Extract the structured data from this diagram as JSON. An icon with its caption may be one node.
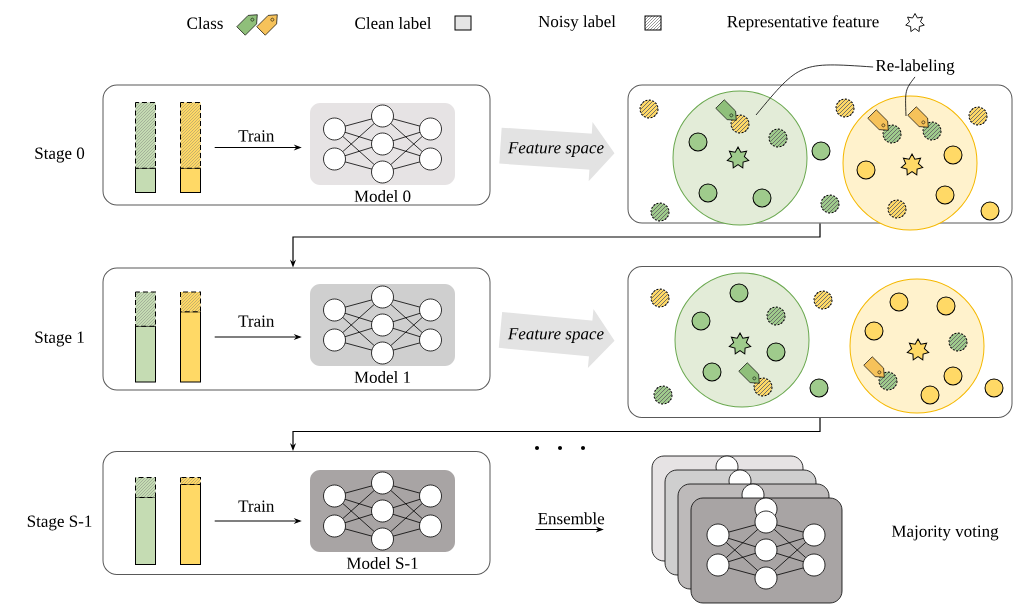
{
  "diagram": {
    "nodes": [
      {
        "text": [],
        "shape": "box",
        "beside": [
          "Stage 0"
        ]
      },
      {
        "text": [],
        "shape": "bar",
        "in": 0
      },
      {
        "text": [
          "Model 0"
        ],
        "in": 0
      },
      {
        "text": [],
        "shape": "box"
      },
      {
        "text": [
          "Re-labeling"
        ]
      },
      {
        "text": [],
        "shape": "box",
        "beside": [
          "Stage 1"
        ]
      },
      {
        "text": [],
        "shape": "bar",
        "in": 5
      },
      {
        "text": [
          "Model 1"
        ],
        "in": 5
      },
      {
        "text": [],
        "shape": "box"
      },
      {
        "text": [],
        "shape": "box",
        "beside": [
          "Stage S-1"
        ]
      },
      {
        "text": [],
        "shape": "bar",
        "in": 9
      },
      {
        "text": [
          "Model S-1"
        ],
        "in": 9
      },
      {
        "text": [],
        "shape": "box",
        "beside": [
          "Majority voting"
        ]
      }
    ],
    "edges": [
      {
        "from": 1,
        "to": 2,
        "arrow": "to",
        "label": "Train"
      },
      {
        "from": 0,
        "to": 3,
        "arrow": "to",
        "label": "Feature space",
        "style": "thick",
        "color": "#e3e3e3"
      },
      {
        "from": 4,
        "to": 3,
        "arrow": "none"
      },
      {
        "from": 4,
        "to": 3,
        "arrow": "none"
      },
      {
        "from": 3,
        "to": 5,
        "arrow": "to"
      },
      {
        "from": 6,
        "to": 7,
        "arrow": "to",
        "label": "Train"
      },
      {
        "from": 5,
        "to": 8,
        "arrow": "to",
        "label": "Feature space",
        "style": "thick",
        "color": "#e3e3e3"
      },
      {
        "from": 8,
        "to": 9,
        "arrow": "to"
      },
      {
        "from": 10,
        "to": 11,
        "arrow": "to",
        "label": "Train"
      },
      {
        "from": 9,
        "to": 12,
        "arrow": "to",
        "label": "Ensemble"
      }
    ],
    "legend": [
      {
        "text": "Class"
      },
      {
        "text": "Clean label"
      },
      {
        "text": "Noisy label"
      },
      {
        "text": "Representative feature"
      }
    ]
  }
}
